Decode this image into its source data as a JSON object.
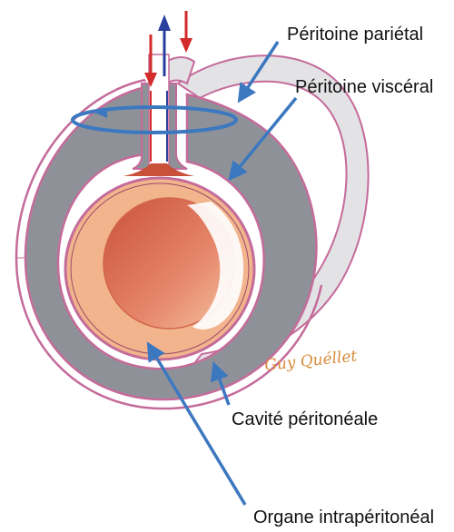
{
  "labels": {
    "peritoine_parietal": "Péritoine pariétal",
    "peritoine_visceral": "Péritoine viscéral",
    "cavite_peritoneale": "Cavité péritonéale",
    "organe_intraperitoneal": "Organe intrapéritonéal",
    "signature": "Guy Quéllet"
  },
  "colors": {
    "peritoneum_outer": "#e3e3e6",
    "peritoneum_inner": "#8e9298",
    "membrane": "#c46b9a",
    "organ": "#f2b48c",
    "organ_lumen": "#d2654a",
    "pointer_arrow": "#3c78c0",
    "artery_arrow": "#d32a2a",
    "vein_arrow": "#2a3f9e",
    "signature": "#d88a3a"
  }
}
